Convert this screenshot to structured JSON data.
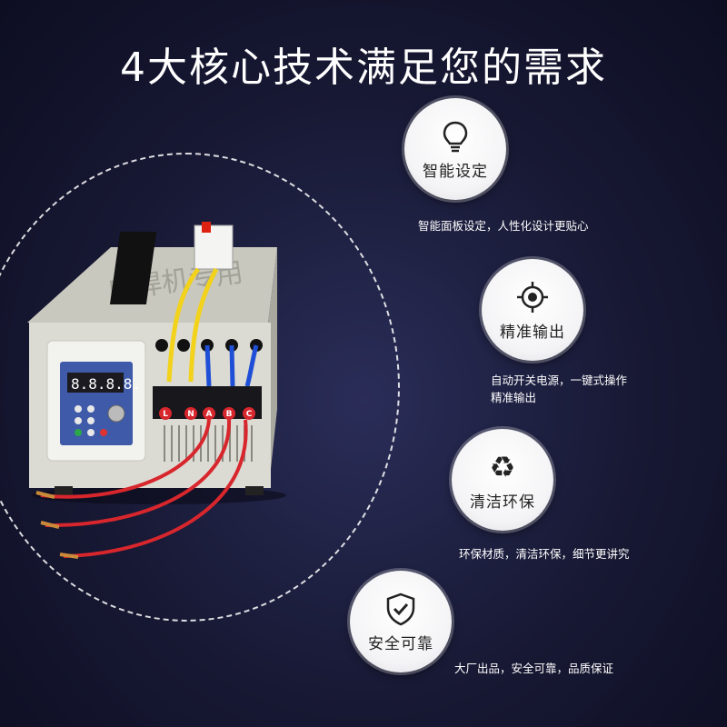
{
  "title": "4大核心技术满足您的需求",
  "features": [
    {
      "icon": "lightbulb-icon",
      "title": "智能设定",
      "desc_lines": [
        "智能面板设定，人性化设计更贴心"
      ]
    },
    {
      "icon": "target-icon",
      "title": "精准输出",
      "desc_lines": [
        "自动开关电源，一键式操作",
        "精准输出"
      ]
    },
    {
      "icon": "recycle-icon",
      "title": "清洁环保",
      "desc_lines": [
        "环保材质，清洁环保，细节更讲究"
      ]
    },
    {
      "icon": "shield-check-icon",
      "title": "安全可靠",
      "desc_lines": [
        "大厂出品，安全可靠，品质保证"
      ]
    }
  ],
  "product": {
    "terminal_labels": [
      "L",
      "N",
      "A",
      "B",
      "C"
    ],
    "display_digits": "8.8.8.8."
  },
  "colors": {
    "background": "#171833",
    "cable_red": "#d8262d",
    "cable_yellow": "#f2d21a",
    "cable_blue": "#1f4fd6"
  }
}
